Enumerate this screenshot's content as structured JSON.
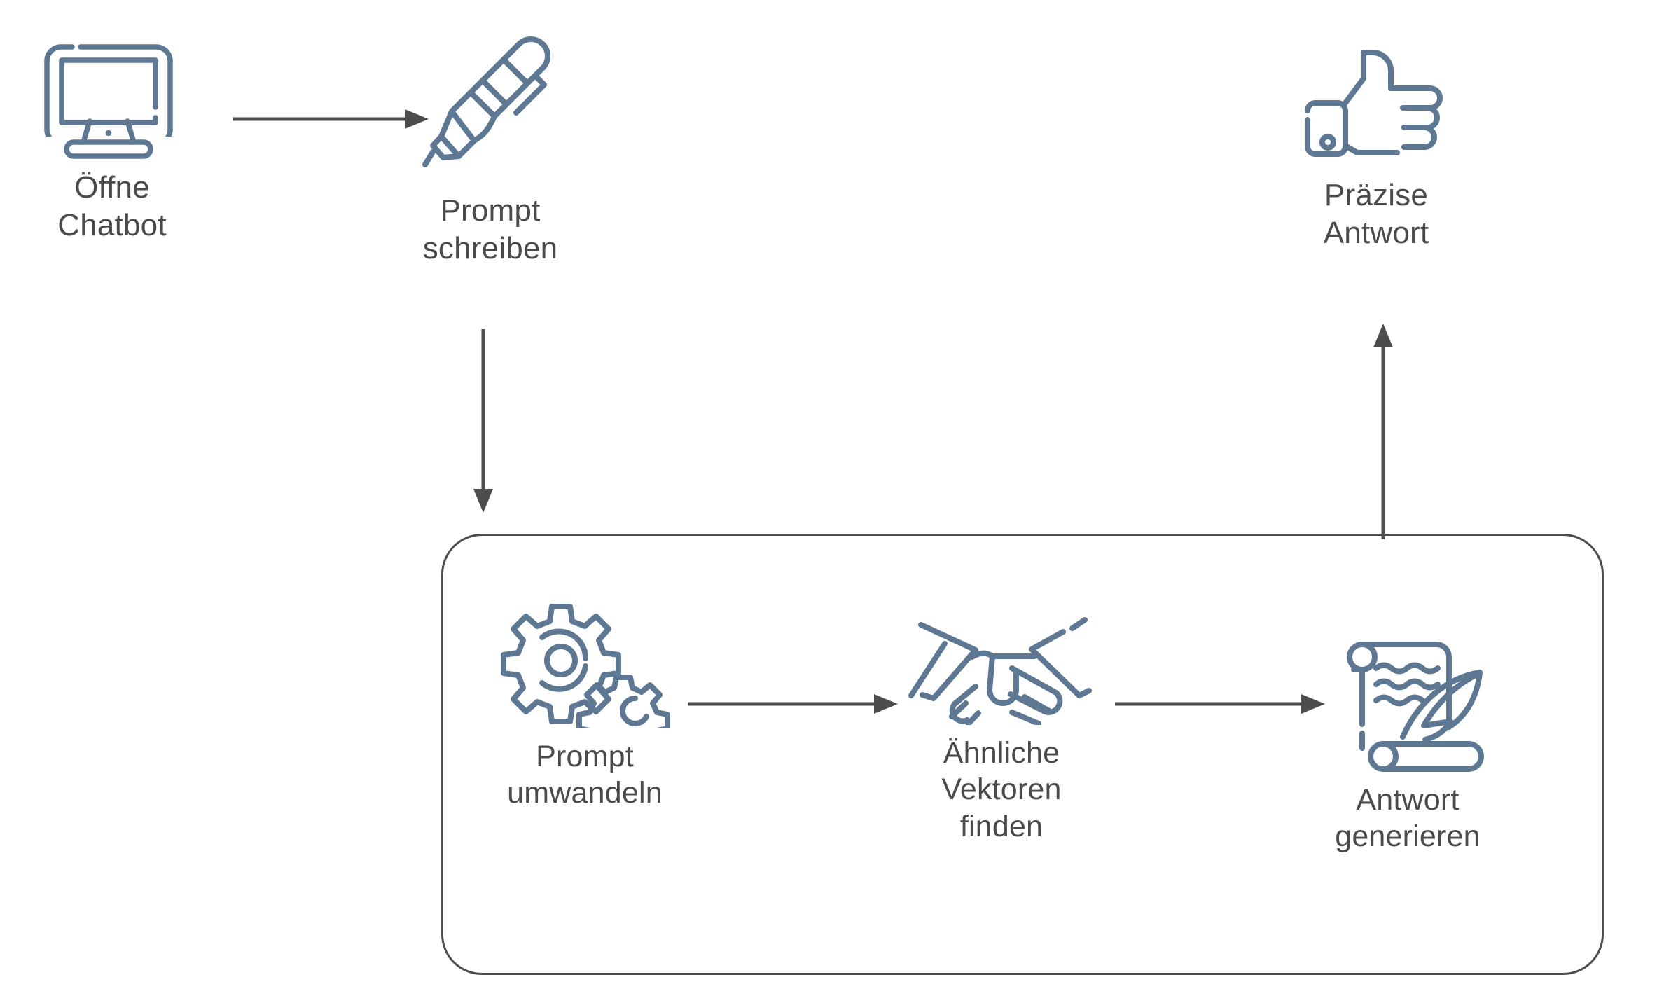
{
  "diagram": {
    "title_text_color": "#4a4a4a",
    "icon_color": "#5e7governance",
    "colors": {
      "icon_stroke": "#5e7893",
      "label_text": "#4a4a4a",
      "arrow": "#4d4d4d",
      "box_border": "#4d4d4d",
      "background": "#ffffff"
    }
  },
  "nodes": {
    "open_chatbot": {
      "label": "Öffne\nChatbot",
      "icon": "desktop-monitor-icon"
    },
    "write_prompt": {
      "label": "Prompt\nschreiben",
      "icon": "pen-icon"
    },
    "precise_answer": {
      "label": "Präzise\nAntwort",
      "icon": "thumbs-up-icon"
    },
    "transform_prompt": {
      "label": "Prompt\numwandeln",
      "icon": "gears-icon"
    },
    "find_vectors": {
      "label": "Ähnliche\nVektoren\nfinden",
      "icon": "handshake-icon"
    },
    "generate_answer": {
      "label": "Antwort\ngenerieren",
      "icon": "scroll-quill-icon"
    }
  },
  "arrows": [
    {
      "name": "arrow-open-chatbot-to-write-prompt",
      "direction": "right"
    },
    {
      "name": "arrow-write-prompt-to-process-box",
      "direction": "down"
    },
    {
      "name": "arrow-transform-to-vectors",
      "direction": "right"
    },
    {
      "name": "arrow-vectors-to-generate",
      "direction": "right"
    },
    {
      "name": "arrow-process-box-to-precise-answer",
      "direction": "up"
    }
  ],
  "process_box": {
    "name": "rag-process-container"
  }
}
